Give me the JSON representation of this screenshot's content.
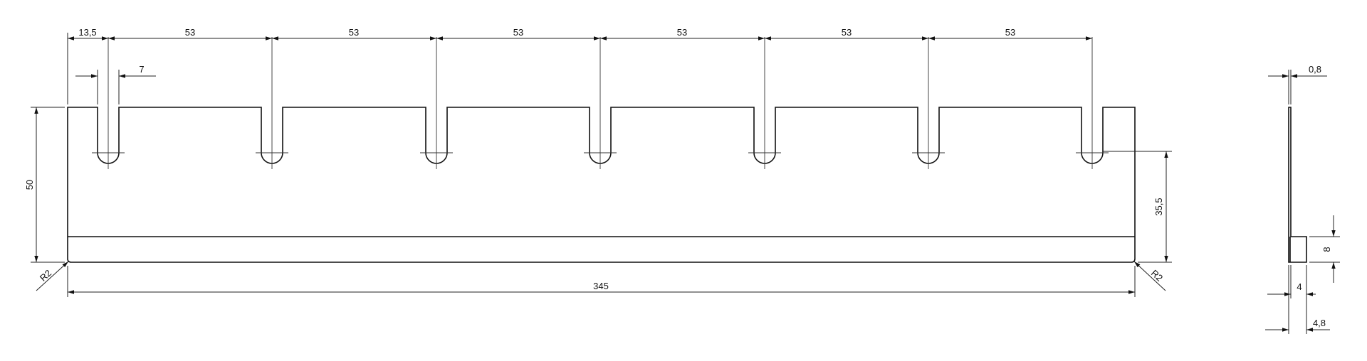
{
  "dimensions": {
    "first_offset": "13,5",
    "pitch": [
      "53",
      "53",
      "53",
      "53",
      "53",
      "53"
    ],
    "slot_width": "7",
    "height": "50",
    "slot_bottom_height": "35,5",
    "total_length": "345",
    "radius_left": "R2",
    "radius_right": "R2",
    "thickness": "0,8",
    "fold_height": "8",
    "fold_depth": "4",
    "fold_total": "4,8"
  }
}
